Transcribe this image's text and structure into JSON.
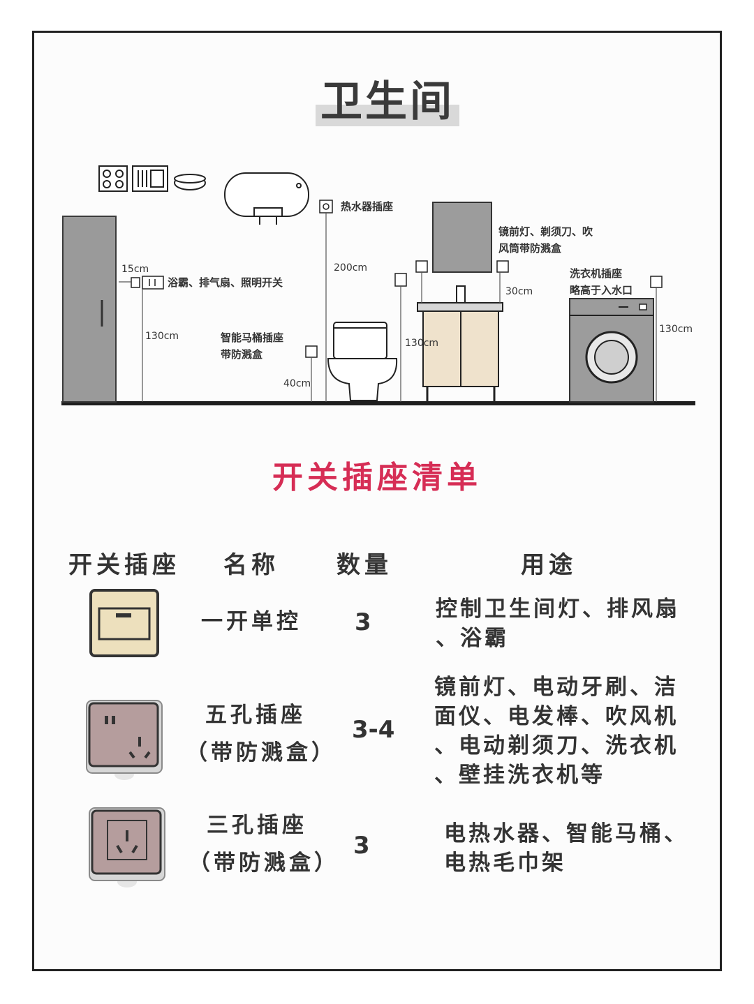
{
  "title": "卫生间",
  "diagram": {
    "labels": {
      "heater_socket": "热水器插座",
      "mirror_line1": "镜前灯、剃须刀、吹",
      "mirror_line2": "风筒带防溅盒",
      "washer_line1": "洗衣机插座",
      "washer_line2": "略高于入水口",
      "switch_label": "浴霸、排气扇、照明开关",
      "toilet_line1": "智能马桶插座",
      "toilet_line2": "带防溅盒"
    },
    "dimensions": {
      "switch_side": "15cm",
      "switch_height": "130cm",
      "heater_height": "200cm",
      "toilet_height": "40cm",
      "vanity_height": "130cm",
      "mirror_offset": "30cm",
      "washer_height": "130cm"
    }
  },
  "section_title": "开关插座清单",
  "table": {
    "headers": [
      "开关插座",
      "名称",
      "数量",
      "用途"
    ],
    "rows": [
      {
        "icon": "single-switch-icon",
        "name_line1": "一开单控",
        "name_line2": "",
        "qty": "3",
        "use_line1": "控制卫生间灯、排风扇",
        "use_line2": "、浴霸",
        "use_line3": "",
        "use_line4": ""
      },
      {
        "icon": "five-hole-socket-icon",
        "name_line1": "五孔插座",
        "name_line2": "（带防溅盒）",
        "qty": "3-4",
        "use_line1": "镜前灯、电动牙刷、洁",
        "use_line2": "面仪、电发棒、吹风机",
        "use_line3": "、电动剃须刀、洗衣机",
        "use_line4": "、壁挂洗衣机等"
      },
      {
        "icon": "three-hole-socket-icon",
        "name_line1": "三孔插座",
        "name_line2": "（带防溅盒）",
        "qty": "3",
        "use_line1": "电热水器、智能马桶、",
        "use_line2": "电热毛巾架",
        "use_line3": "",
        "use_line4": ""
      }
    ]
  },
  "colors": {
    "accent": "#d62d55",
    "switch_face": "#ede0bd",
    "socket_face": "#b59d9d"
  }
}
